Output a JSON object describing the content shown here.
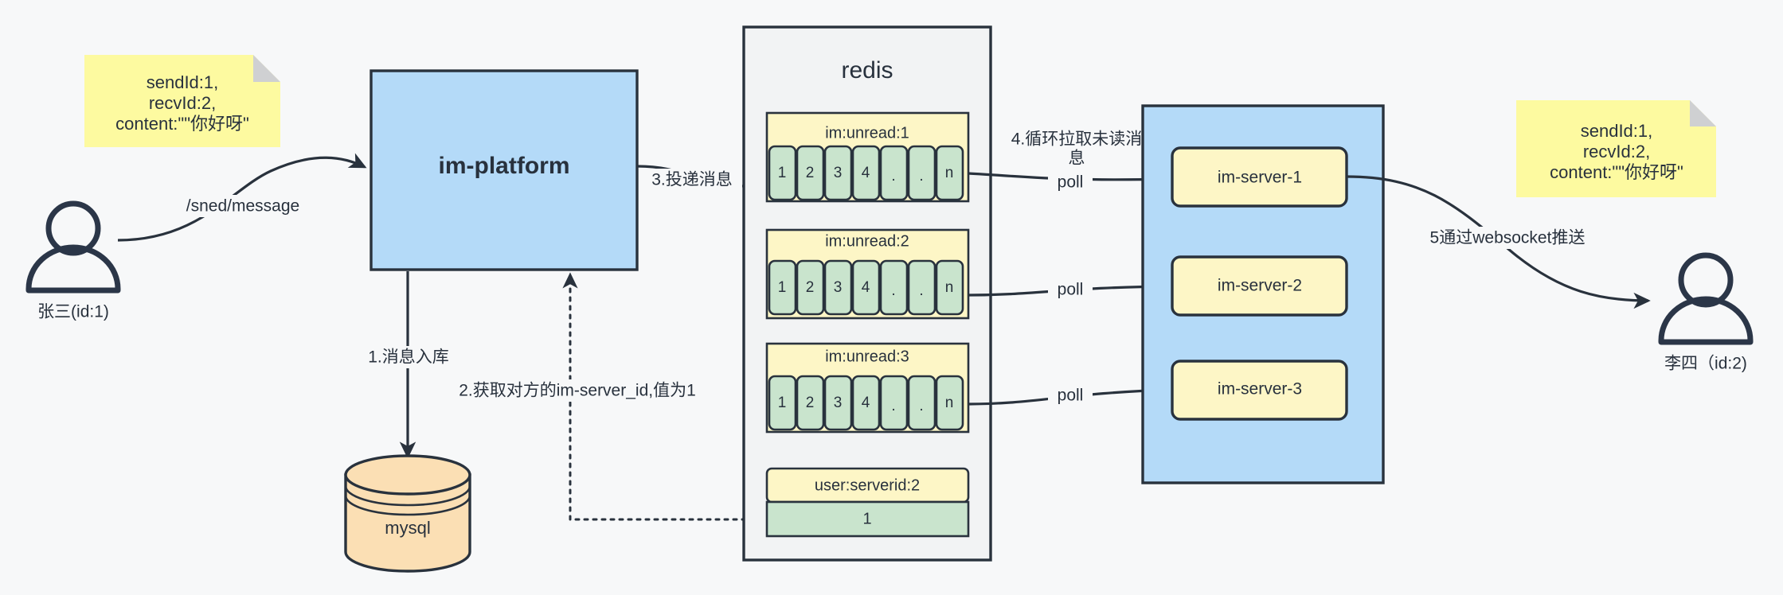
{
  "diagram": {
    "title": "IM message delivery architecture",
    "background": "#f7f8f9",
    "colors": {
      "blue_fill": "#b4daf8",
      "yellow_fill": "#fdf6c6",
      "note_fill": "#fdfaa0",
      "green_fill": "#c9e4cd",
      "orange_fill": "#fbdfb4",
      "container_fill": "#f2f3f4",
      "stroke": "#29323d",
      "text": "#28313d"
    },
    "notes": [
      {
        "id": "note-left",
        "lines": [
          "sendId:1,",
          "recvId:2,",
          "content:\"\"你好呀\""
        ]
      },
      {
        "id": "note-right",
        "lines": [
          "sendId:1,",
          "recvId:2,",
          "content:\"\"你好呀\""
        ]
      }
    ],
    "actors": [
      {
        "id": "actor-left",
        "label": "张三(id:1)"
      },
      {
        "id": "actor-right",
        "label": "李四（id:2)"
      }
    ],
    "nodes": {
      "im_platform": {
        "label": "im-platform"
      },
      "mysql": {
        "label": "mysql"
      },
      "redis": {
        "label": "redis"
      },
      "im_server_group": {
        "label": ""
      },
      "im_servers": [
        {
          "label": "im-server-1"
        },
        {
          "label": "im-server-2"
        },
        {
          "label": "im-server-3"
        }
      ]
    },
    "redis_keys": [
      {
        "key": "im:unread:1",
        "cells": [
          "1",
          "2",
          "3",
          "4",
          ".",
          ".",
          "n"
        ]
      },
      {
        "key": "im:unread:2",
        "cells": [
          "1",
          "2",
          "3",
          "4",
          ".",
          ".",
          "n"
        ]
      },
      {
        "key": "im:unread:3",
        "cells": [
          "1",
          "2",
          "3",
          "4",
          ".",
          ".",
          "n"
        ]
      }
    ],
    "redis_serverid": {
      "key": "user:serverid:2",
      "value": "1"
    },
    "edge_labels": {
      "send_message": "/sned/message",
      "step1": "1.消息入库",
      "step2": "2.获取对方的im-server_id,值为1",
      "step3": "3.投递消息",
      "step4_line1": "4.循环拉取未读消",
      "step4_line2": "息",
      "step5": "5通过websocket推送",
      "poll1": "poll",
      "poll2": "poll",
      "poll3": "poll"
    }
  }
}
